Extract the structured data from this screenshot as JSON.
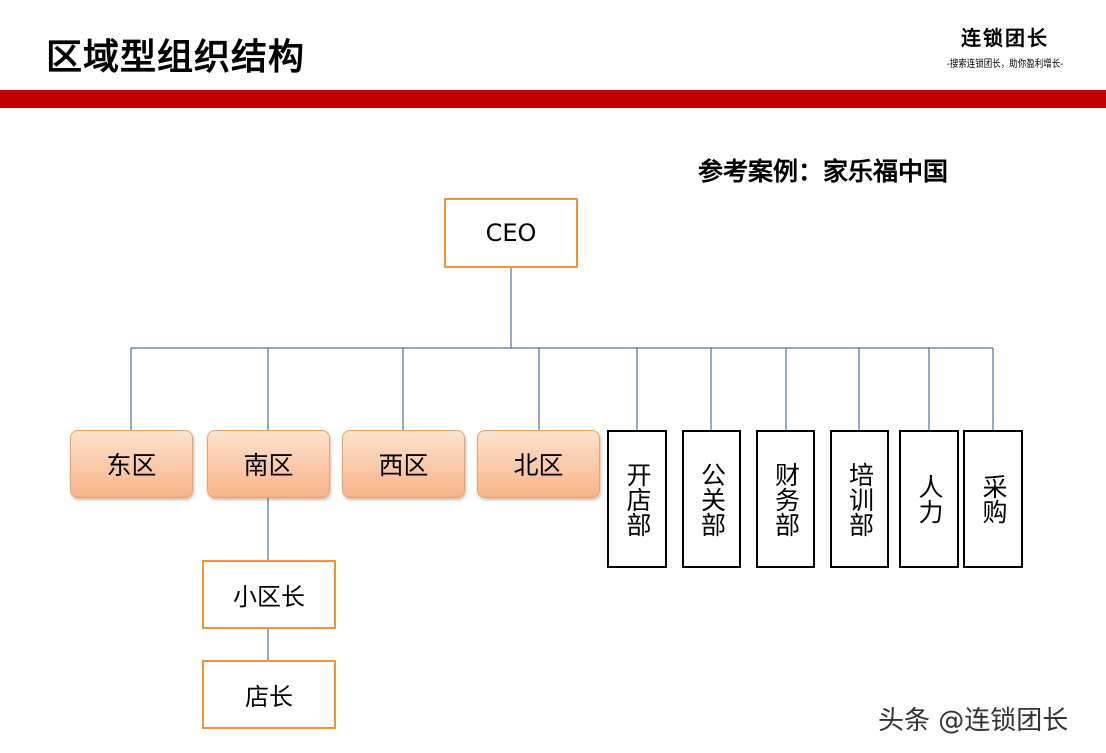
{
  "header": {
    "title": "区域型组织结构",
    "brand_name": "连锁团长",
    "brand_slogan": "-搜索连锁团长，助你盈利增长-"
  },
  "subtitle": "参考案例：家乐福中国",
  "org": {
    "ceo": "CEO",
    "regions": [
      "东区",
      "南区",
      "西区",
      "北区"
    ],
    "departments": [
      "开店部",
      "公关部",
      "财务部",
      "培训部",
      "人力",
      "采购"
    ],
    "south_chain": [
      "小区长",
      "店长"
    ]
  },
  "colors": {
    "header_bar": "#c00000",
    "orange_border": "#f0943c",
    "connector_line": "#4f6fa8"
  },
  "watermark": "头条 @连锁团长"
}
